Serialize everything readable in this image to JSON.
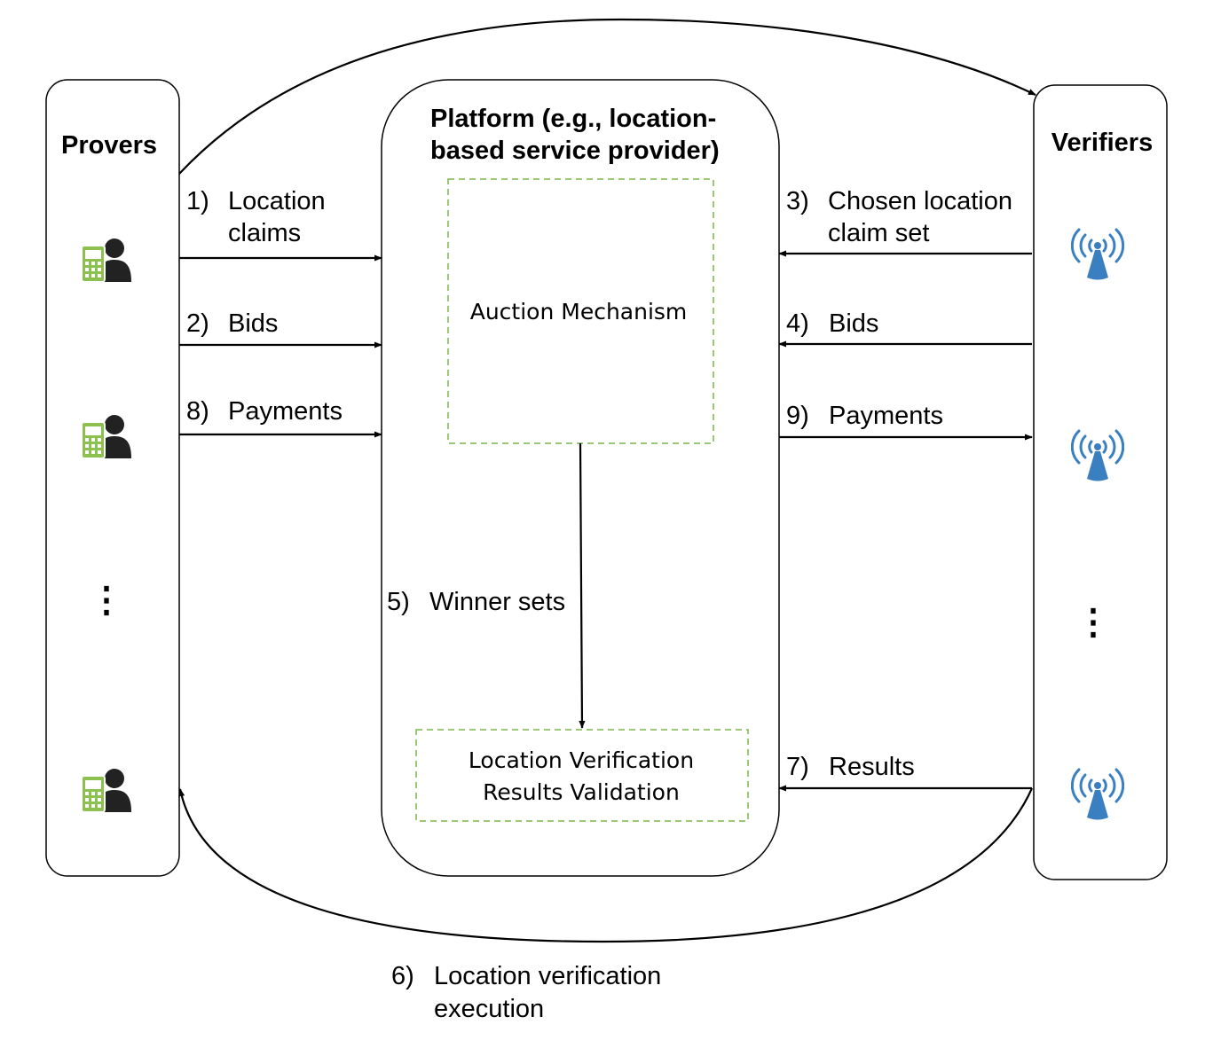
{
  "provers": {
    "title": "Provers",
    "ellipsis": "⋮",
    "icon": "phone-user-icon",
    "icon_colors": {
      "phone": "#8dc14f",
      "user": "#222222"
    }
  },
  "verifiers": {
    "title": "Verifiers",
    "ellipsis": "⋮",
    "icon": "wireless-antenna-icon",
    "icon_color": "#3a7fbf"
  },
  "platform": {
    "title_line1": "Platform (e.g., location-",
    "title_line2": "based service provider)",
    "auction": "Auction Mechanism",
    "validation_line1": "Location Verification",
    "validation_line2": "Results Validation",
    "box_border_color": "#7ab648"
  },
  "steps": {
    "s1": {
      "num": "1)",
      "line1": "Location",
      "line2": "claims"
    },
    "s2": {
      "num": "2)",
      "label": "Bids"
    },
    "s3": {
      "num": "3)",
      "line1": "Chosen location",
      "line2": "claim set"
    },
    "s4": {
      "num": "4)",
      "label": "Bids"
    },
    "s5": {
      "num": "5)",
      "label": "Winner sets"
    },
    "s6": {
      "num": "6)",
      "line1": "Location verification",
      "line2": "execution"
    },
    "s7": {
      "num": "7)",
      "label": "Results"
    },
    "s8": {
      "num": "8)",
      "label": "Payments"
    },
    "s9": {
      "num": "9)",
      "label": "Payments"
    }
  }
}
